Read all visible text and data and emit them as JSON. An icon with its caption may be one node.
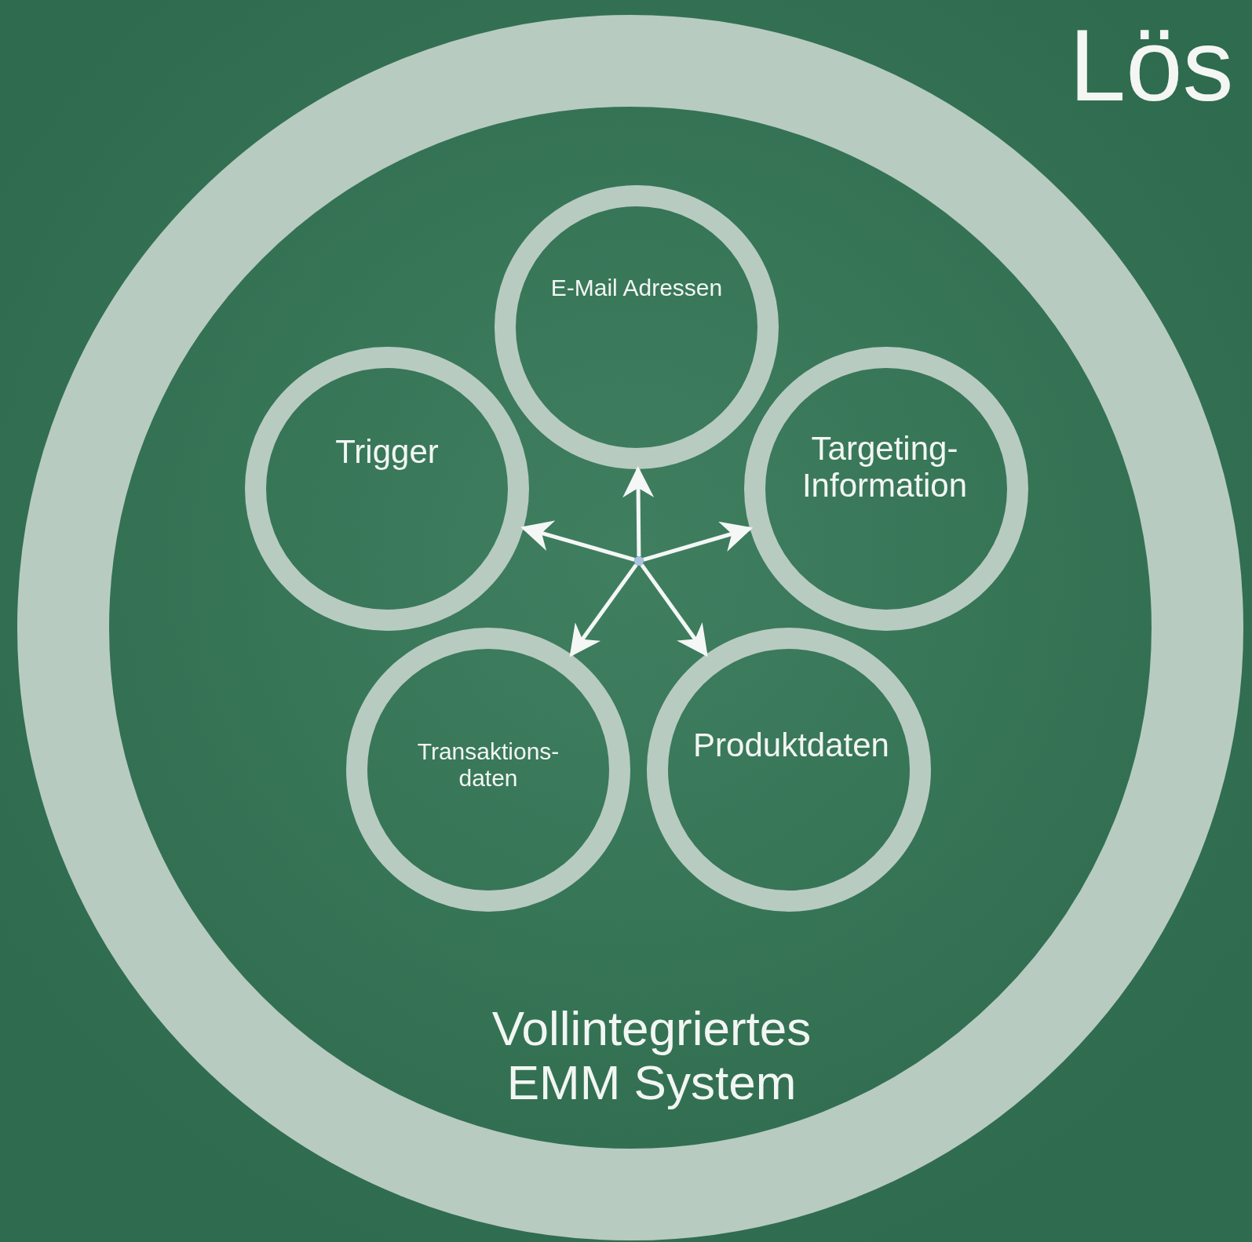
{
  "diagram": {
    "nodes": [
      {
        "text": [
          "Vollintegriertes EMM System"
        ]
      },
      {
        "text": [
          "E-Mail Adressen"
        ],
        "in": 0
      },
      {
        "text": [
          "Targeting- Information"
        ],
        "in": 0
      },
      {
        "text": [
          "Produktdaten"
        ],
        "in": 0
      },
      {
        "text": [
          "Transaktions- daten"
        ],
        "in": 0
      },
      {
        "text": [
          "Trigger"
        ],
        "in": 0
      },
      {
        "text": [],
        "shape": "circle",
        "in": 0
      }
    ],
    "edges": [
      {
        "from": 6,
        "to": 1,
        "arrow": "to"
      },
      {
        "from": 6,
        "to": 2,
        "arrow": "to"
      },
      {
        "from": 6,
        "to": 3,
        "arrow": "to"
      },
      {
        "from": 6,
        "to": 4,
        "arrow": "to"
      },
      {
        "from": 6,
        "to": 5,
        "arrow": "to"
      }
    ],
    "labels": [
      "Lös"
    ]
  }
}
